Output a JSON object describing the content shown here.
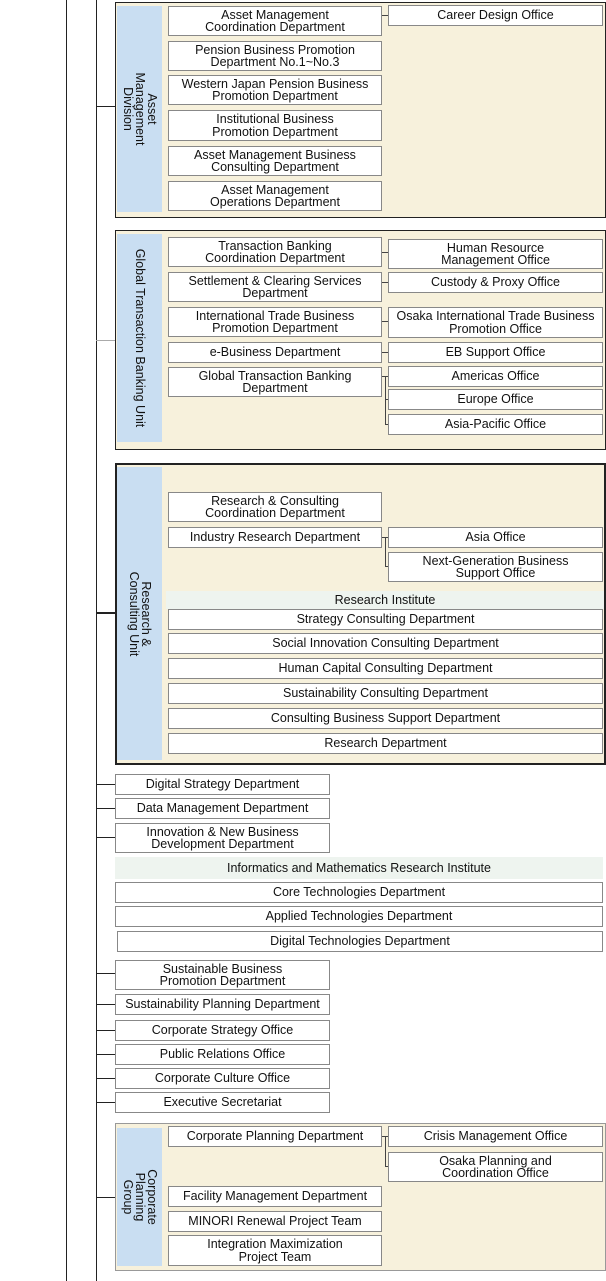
{
  "asset_management": {
    "unit_label": "Asset\nManagement\nDivision",
    "departments": [
      "Asset Management\nCoordination Department",
      "Pension Business Promotion\nDepartment No.1~No.3",
      "Western Japan Pension Business\nPromotion Department",
      "Institutional Business\nPromotion Department",
      "Asset Management Business\nConsulting Department",
      "Asset Management\nOperations Department"
    ],
    "offices": [
      "Career Design Office"
    ]
  },
  "global_transaction": {
    "unit_label": "Global Transaction Banking Unit",
    "departments": [
      "Transaction Banking\nCoordination Department",
      "Settlement & Clearing Services\nDepartment",
      "International Trade Business\nPromotion Department",
      "e-Business Department",
      "Global Transaction Banking\nDepartment"
    ],
    "offices": [
      "Human Resource\nManagement Office",
      "Custody & Proxy Office",
      "Osaka International Trade Business\nPromotion Office",
      "EB Support Office",
      "Americas Office",
      "Europe Office",
      "Asia-Pacific Office"
    ]
  },
  "research_consulting": {
    "unit_label": "Research &\nConsulting Unit",
    "departments": [
      "Research & Consulting\nCoordination Department",
      "Industry Research Department"
    ],
    "offices": [
      "Asia Office",
      "Next-Generation Business\nSupport Office"
    ],
    "institute": {
      "name": "Research Institute",
      "departments": [
        "Strategy Consulting Department",
        "Social Innovation Consulting Department",
        "Human Capital Consulting Department",
        "Sustainability Consulting Department",
        "Consulting Business Support Department",
        "Research Department"
      ]
    }
  },
  "standalone_departments": [
    "Digital Strategy Department",
    "Data Management Department",
    "Innovation & New Business\nDevelopment Department"
  ],
  "informatics_institute": {
    "name": "Informatics and Mathematics Research Institute",
    "departments": [
      "Core Technologies Department",
      "Applied Technologies Department",
      "Digital Technologies Department"
    ]
  },
  "standalone_offices": [
    "Sustainable Business\nPromotion Department",
    "Sustainability Planning Department",
    "Corporate Strategy Office",
    "Public Relations Office",
    "Corporate Culture Office",
    "Executive Secretariat"
  ],
  "corporate_planning": {
    "unit_label": "Corporate\nPlanning\nGroup",
    "departments": [
      "Corporate Planning Department",
      "Facility Management Department",
      "MINORI Renewal Project Team",
      "Integration Maximization\nProject Team"
    ],
    "offices": [
      "Crisis Management Office",
      "Osaka Planning and\nCoordination Office"
    ]
  }
}
